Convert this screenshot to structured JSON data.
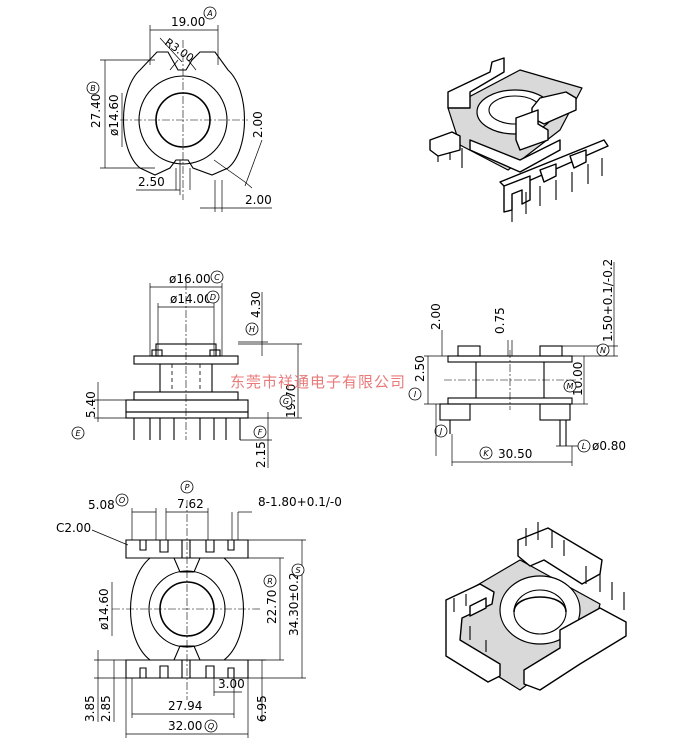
{
  "dimensions": {
    "top_width": "19.00",
    "radius": "R3.00",
    "height_total": "27.40",
    "bore_dia": "ø14.60",
    "slot_right": "2.00",
    "offset_left": "2.50",
    "slot_bottom": "2.00",
    "flange_outer_dia": "ø16.00",
    "flange_inner_dia": "ø14.00",
    "top_height": "4.30",
    "body_height": "19.70",
    "base_height": "5.40",
    "pin_length": "2.15",
    "side_top": "2.00",
    "side_gap": "0.75",
    "side_flange": "1.50+0.1/-0.2",
    "side_left": "2.50",
    "side_body": "10.00",
    "side_width": "30.50",
    "pin_dia": "ø0.80",
    "bottom_pitch1": "5.08",
    "bottom_pitch2": "7.62",
    "pin_spec": "8-1.80+0.1/-0",
    "chamfer": "C2.00",
    "bottom_bore": "ø14.60",
    "inner_height": "22.70",
    "outer_height": "34.30±0.2",
    "pin_gap": "3.00",
    "base_span": "27.94",
    "base_width": "32.00",
    "left_a": "3.85",
    "left_b": "2.85",
    "right_c": "6.95"
  },
  "bubbles": {
    "A": "A",
    "B": "B",
    "C": "C",
    "D": "D",
    "E": "E",
    "F": "F",
    "G": "G",
    "H": "H",
    "I": "I",
    "J": "J",
    "K": "K",
    "L": "L",
    "M": "M",
    "N": "N",
    "O": "O",
    "P": "P",
    "Q": "Q",
    "R": "R",
    "S": "S"
  },
  "watermark": "东莞市祥通电子有限公司"
}
